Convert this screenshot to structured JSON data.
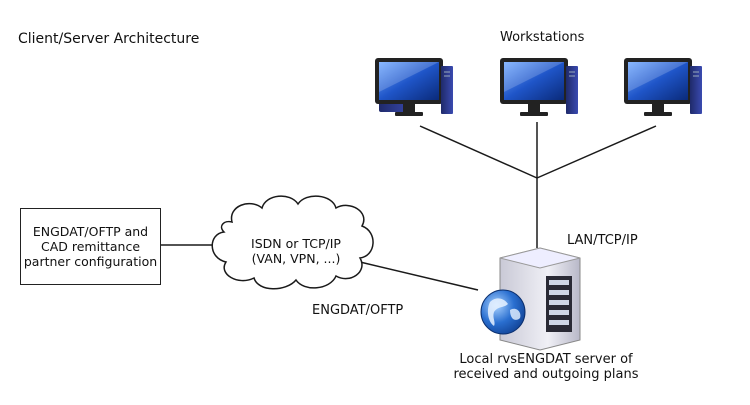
{
  "title": "Client/Server Architecture",
  "workstations_label": "Workstations",
  "partner_box": {
    "lines": [
      "ENGDAT/OFTP and",
      "CAD remittance",
      "partner configuration"
    ]
  },
  "cloud": {
    "lines": [
      "ISDN or TCP/IP",
      "(VAN, VPN, ...)"
    ]
  },
  "lan_label": "LAN/TCP/IP",
  "link_label": "ENGDAT/OFTP",
  "server_caption": {
    "lines": [
      "Local rvsENGDAT server of",
      "received and outgoing plans"
    ]
  },
  "colors": {
    "line": "#1a1a1a",
    "screen": "#1f55c8",
    "monitor_frame": "#1a1a1a",
    "server_body": "#d8d8e0",
    "globe": "#2a6fd0"
  },
  "icons": [
    "monitor-icon",
    "server-icon",
    "globe-icon",
    "cloud-icon"
  ]
}
